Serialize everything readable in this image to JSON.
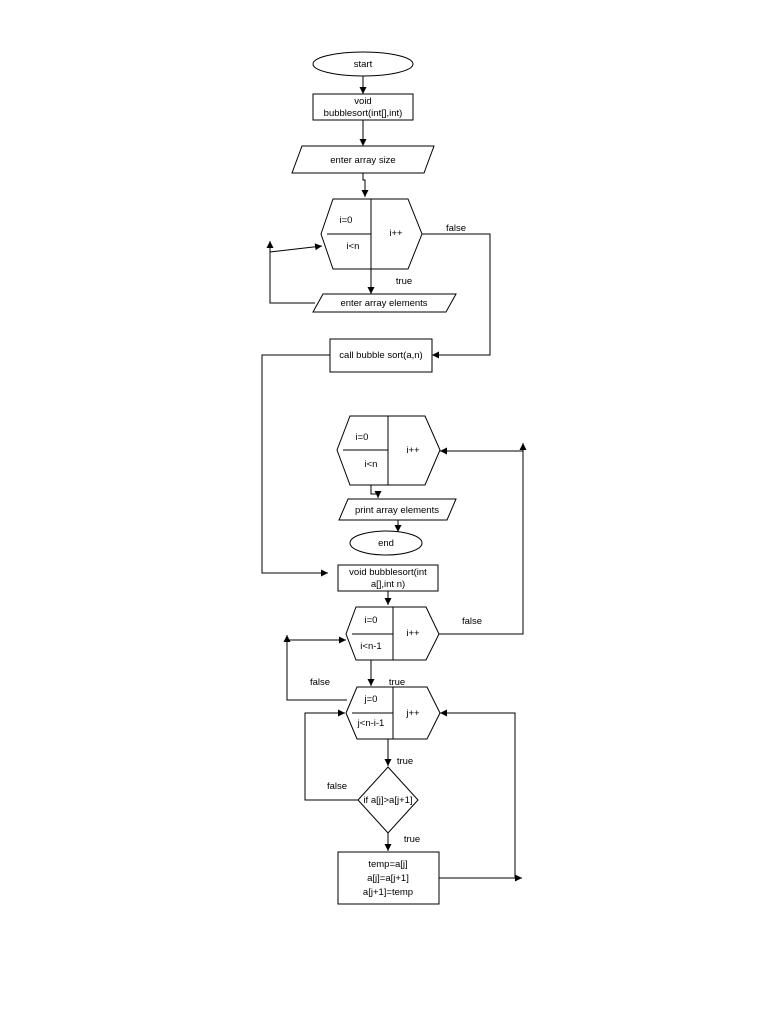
{
  "flowchart": {
    "start": "start",
    "func_decl_1": "void",
    "func_decl_2": "bubblesort(int[],int)",
    "enter_size": "enter array size",
    "loop1_init": "i=0",
    "loop1_cond": "i<n",
    "loop1_inc": "i++",
    "loop1_false": "false",
    "loop1_true": "true",
    "enter_elements": "enter array elements",
    "call_sort": "call bubble sort(a,n)",
    "loop3_init": "i=0",
    "loop3_cond": "i<n",
    "loop3_inc": "i++",
    "print_elements": "print array elements",
    "end": "end",
    "func_def_1": "void bubblesort(int",
    "func_def_2": "a[],int n)",
    "outer_init": "i=0",
    "outer_cond": "i<n-1",
    "outer_inc": "i++",
    "outer_false": "false",
    "outer_true": "true",
    "inner_init": "j=0",
    "inner_cond": "j<n-i-1",
    "inner_inc": "j++",
    "inner_false": "false",
    "inner_true": "true",
    "decision": "if a[j]>a[j+1]",
    "decision_false": "false",
    "decision_true": "true",
    "swap_1": "temp=a[j]",
    "swap_2": "a[j]=a[j+1]",
    "swap_3": "a[j+1]=temp"
  }
}
